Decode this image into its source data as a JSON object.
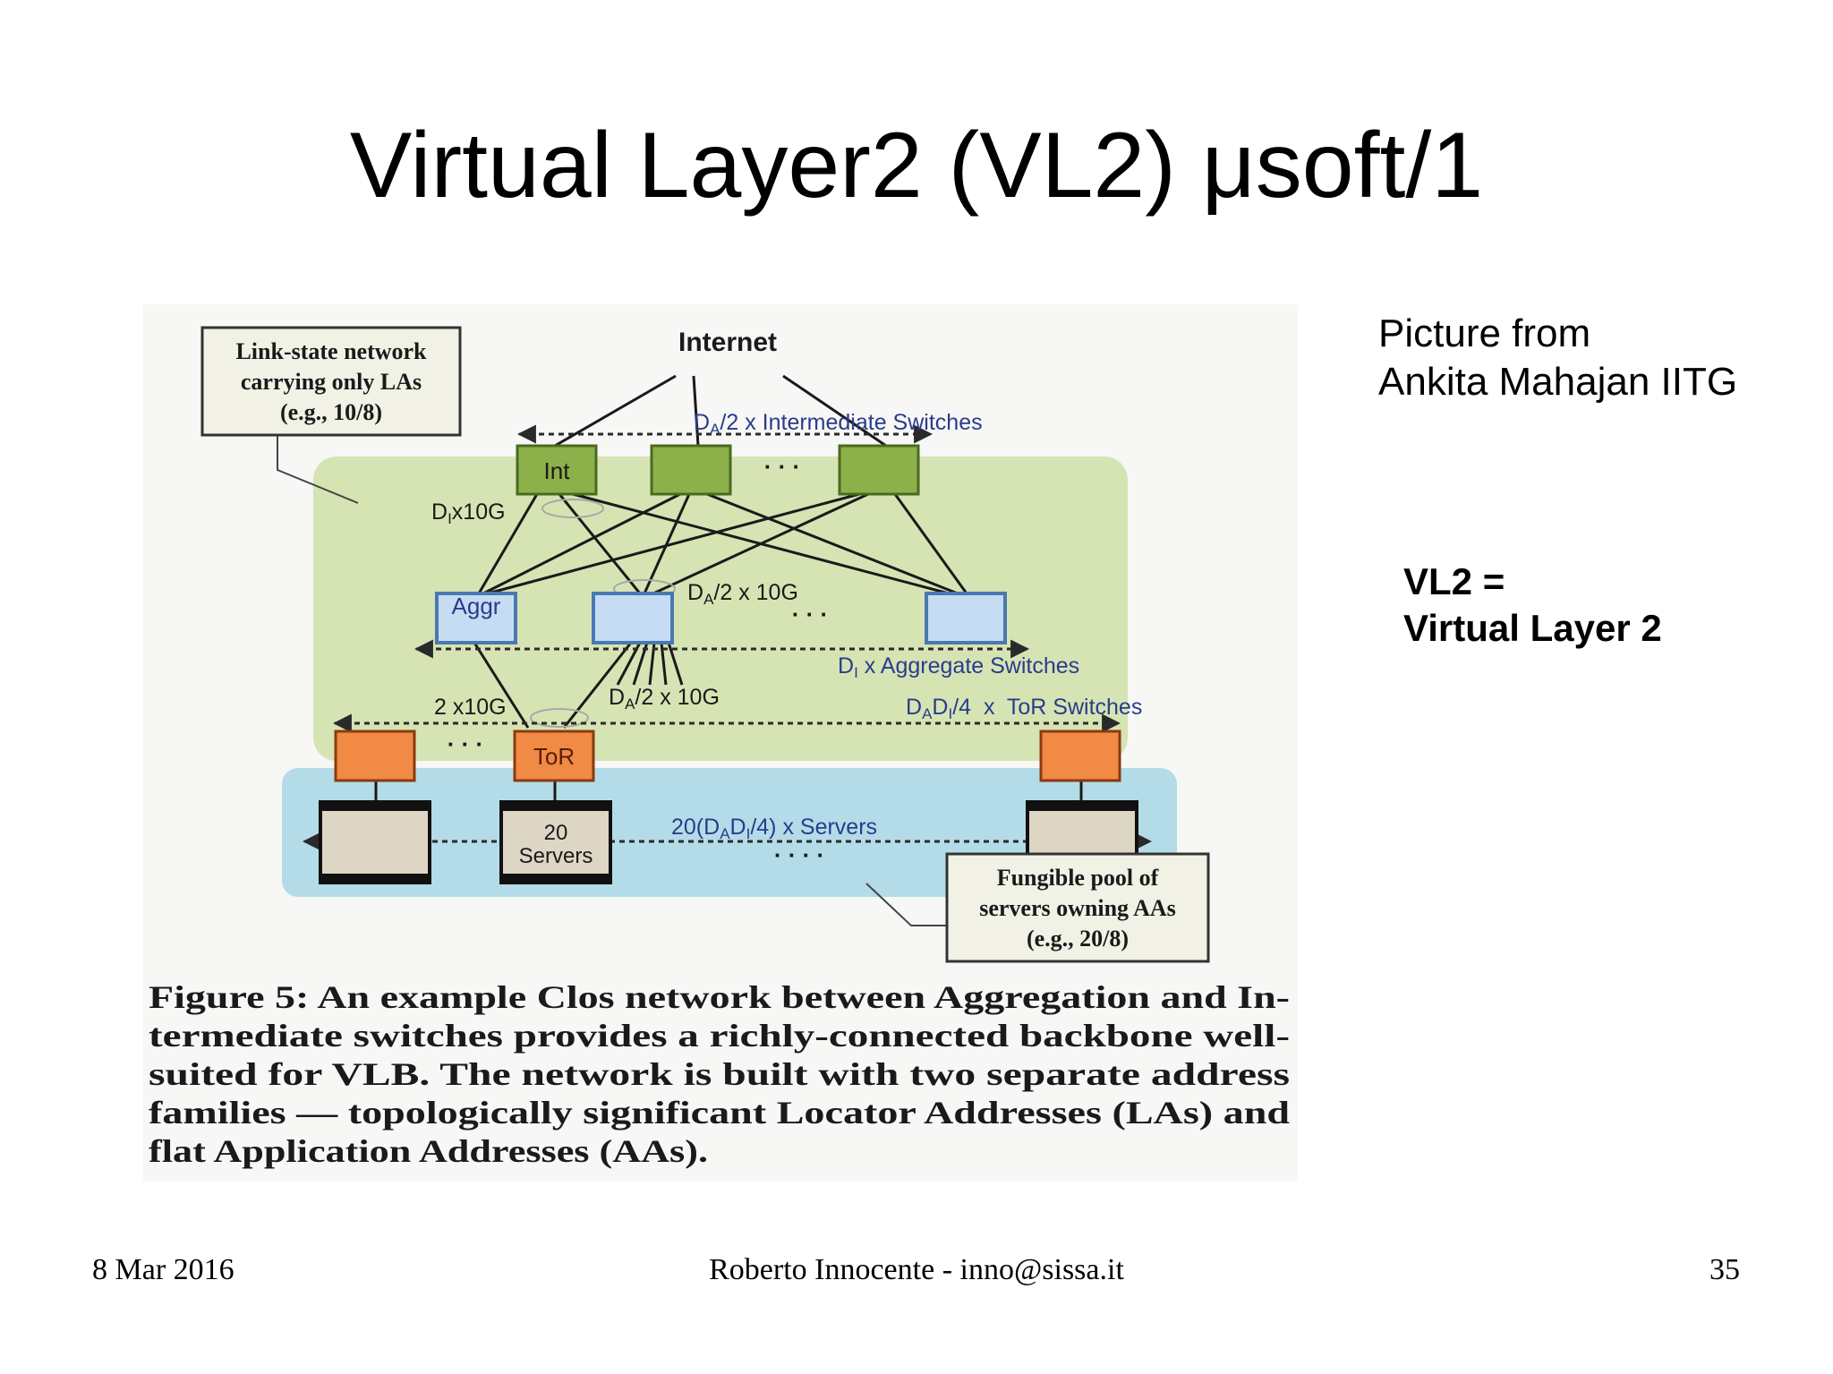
{
  "slide": {
    "title": "Virtual Layer2 (VL2) μsoft/1",
    "credit_line1": "Picture from",
    "credit_line2": "Ankita Mahajan IITG",
    "note_line1": "VL2 =",
    "note_line2": "Virtual Layer 2"
  },
  "figure": {
    "callout_top": [
      "Link-state network",
      "carrying only LAs",
      "(e.g., 10/8)"
    ],
    "internet": "Internet",
    "int_label": "Int",
    "aggr_label": "Aggr",
    "tor_label": "ToR",
    "servers_label": [
      "20",
      "Servers"
    ],
    "dots": "· · ·",
    "dots4": "· · · ·",
    "int_switches_pre": "D",
    "int_switches_sub": "A",
    "int_switches_post": "/2 x Intermediate Switches",
    "link_int_pre": "D",
    "link_int_sub": "I",
    "link_int_post": "x10G",
    "link_aggr_up_pre": "D",
    "link_aggr_up_sub": "A",
    "link_aggr_up_post": "/2 x 10G",
    "aggr_switches_pre": "D",
    "aggr_switches_sub": "I",
    "aggr_switches_post": " x Aggregate Switches",
    "link_tor": "2 x10G",
    "link_aggr_down_pre": "D",
    "link_aggr_down_sub": "A",
    "link_aggr_down_post": "/2 x 10G",
    "tor_switches_pre": "D",
    "tor_switches_sub1": "A",
    "tor_switches_mid": "D",
    "tor_switches_sub2": "I",
    "tor_switches_post": "/4  x  ToR Switches",
    "servers_count_pre": "20(D",
    "servers_count_sub1": "A",
    "servers_count_mid": "D",
    "servers_count_sub2": "I",
    "servers_count_post": "/4) x Servers",
    "callout_bottom": [
      "Fungible pool of",
      "servers owning AAs",
      "(e.g., 20/8)"
    ],
    "caption": [
      "Figure 5: An example Clos network between Aggregation and In-",
      "termediate switches provides a richly-connected backbone well-",
      "suited for VLB. The network is built with two separate address",
      "families — topologically significant Locator Addresses (LAs) and",
      "flat Application Addresses (AAs)."
    ],
    "colors": {
      "green_zone": "#d6e4b4",
      "blue_zone": "#b4dce8",
      "int_fill": "#8cb04a",
      "aggr_fill": "#c6dcf2",
      "aggr_stroke": "#4a78b0",
      "tor_fill": "#f08a44",
      "server_fill": "#ddd6c4",
      "label_blue": "#2a3c8c"
    }
  },
  "footer": {
    "date": "8 Mar 2016",
    "author": "Roberto Innocente - inno@sissa.it",
    "page": "35"
  }
}
